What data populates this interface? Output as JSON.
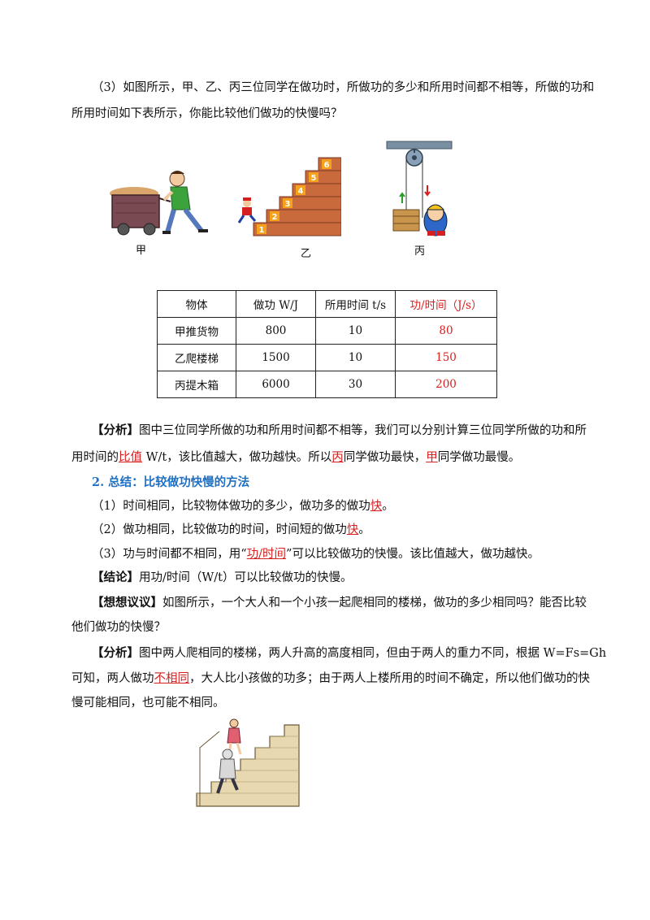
{
  "intro": {
    "line1": "（3）如图所示，甲、乙、丙三位同学在做功时，所做功的多少和所用时间都不相等，所做的功和",
    "line2": "所用时间如下表所示，你能比较他们做功的快慢吗？"
  },
  "figure_labels": {
    "jia": "甲",
    "yi": "乙",
    "bing": "丙"
  },
  "stairs_numbers": [
    "1",
    "2",
    "3",
    "4",
    "5",
    "6"
  ],
  "table": {
    "headers": [
      "物体",
      "做功 W/J",
      "所用时间 t/s",
      "功/时间（J/s）"
    ],
    "rows": [
      [
        "甲推货物",
        "800",
        "10",
        "80"
      ],
      [
        "乙爬楼梯",
        "1500",
        "10",
        "150"
      ],
      [
        "丙提木箱",
        "6000",
        "30",
        "200"
      ]
    ]
  },
  "analysis1": {
    "tag": "【分析】",
    "l1": "图中三位同学所做的功和所用时间都不相等，我们可以分别计算三位同学所做的功和所",
    "l2a": "用时间的",
    "l2b": "比值",
    "l2c": " W/t，该比值越大，做功越快。所以",
    "l2d": "丙",
    "l2e": "同学做功最快，",
    "l2f": "甲",
    "l2g": "同学做功最慢。"
  },
  "summary": {
    "title": "2. 总结：比较做功快慢的方法",
    "s1a": "（1）时间相同，比较物体做功的多少，做功多的做功",
    "s1b": "快",
    "s1c": "。",
    "s2a": "（2）做功相同，比较做功的时间，时间短的做功",
    "s2b": "快",
    "s2c": "。",
    "s3a": "（3）功与时间都不相同，用“",
    "s3b": "功/时间",
    "s3c": "”可以比较做功的快慢。该比值越大，做功越快。"
  },
  "conclusion": {
    "tag": "【结论】",
    "text": "用功/时间（W/t）可以比较做功的快慢。"
  },
  "think": {
    "tag": "【想想议议】",
    "l1": "如图所示，一个大人和一个小孩一起爬相同的楼梯，做功的多少相同吗？能否比较",
    "l2": "他们做功的快慢？"
  },
  "analysis2": {
    "tag": "【分析】",
    "l1": "图中两人爬相同的楼梯，两人升高的高度相同，但由于两人的重力不同，根据 W=Fs=Gh",
    "l2a": "可知，两人做功",
    "l2b": "不相同",
    "l2c": "，大人比小孩做的功多；由于两人上楼所用的时间不确定，所以他们做功的快",
    "l3": "慢可能相同，也可能不相同。"
  }
}
